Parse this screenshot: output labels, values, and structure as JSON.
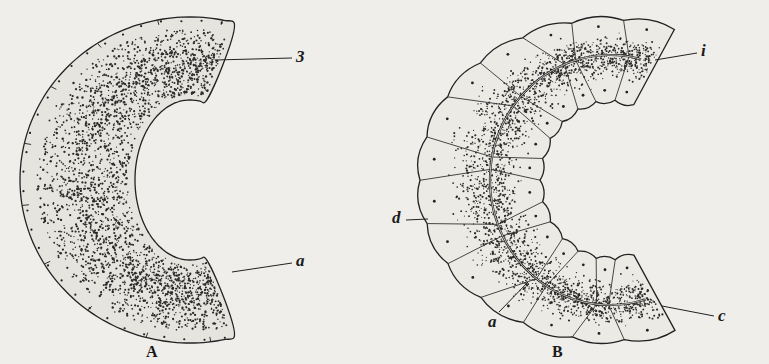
{
  "diagram": {
    "labels": [
      "3",
      "a",
      "A",
      "i",
      "d",
      "a",
      "c",
      "B"
    ]
  }
}
